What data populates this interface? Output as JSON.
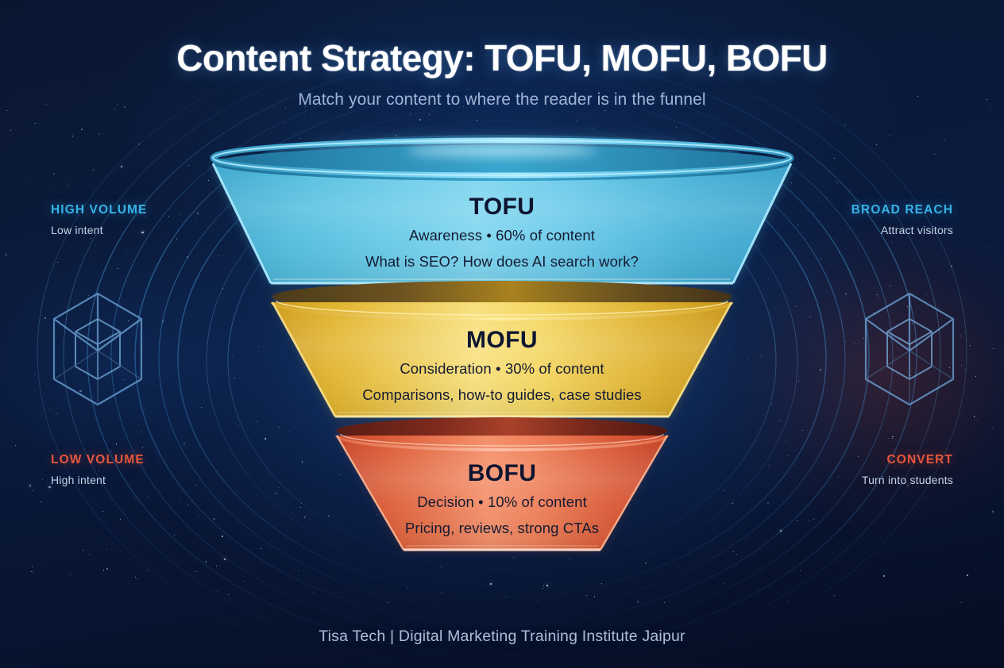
{
  "header": {
    "title": "Content Strategy: TOFU, MOFU, BOFU",
    "subtitle": "Match your content to where the reader is in the funnel"
  },
  "annotations": {
    "top_left": {
      "head": "HIGH VOLUME",
      "sub": "Low intent",
      "color": "#37b3e8"
    },
    "top_right": {
      "head": "BROAD REACH",
      "sub": "Attract visitors",
      "color": "#37b3e8"
    },
    "bottom_left": {
      "head": "LOW VOLUME",
      "sub": "High intent",
      "color": "#e8563c"
    },
    "bottom_right": {
      "head": "CONVERT",
      "sub": "Turn into students",
      "color": "#e8563c"
    }
  },
  "funnel": {
    "stages": [
      {
        "name": "TOFU",
        "meta": "Awareness  •  60% of content",
        "examples": "What is SEO? How does AI search work?",
        "stage_label": "Awareness",
        "percent": "60%",
        "color": "#5cc6e8",
        "color_dark": "#2d94bd"
      },
      {
        "name": "MOFU",
        "meta": "Consideration  •  30% of content",
        "examples": "Comparisons, how-to guides, case studies",
        "stage_label": "Consideration",
        "percent": "30%",
        "color": "#f6d55c",
        "color_dark": "#d9a21f"
      },
      {
        "name": "BOFU",
        "meta": "Decision  •  10% of content",
        "examples": "Pricing, reviews, strong CTAs",
        "stage_label": "Decision",
        "percent": "10%",
        "color": "#ef7a50",
        "color_dark": "#c9452a"
      }
    ]
  },
  "decor": {
    "cube_left": "wireframe-cube",
    "cube_right": "wireframe-cube"
  },
  "footer": {
    "text": "Tisa Tech  |  Digital Marketing Training Institute Jaipur"
  },
  "chart_data": {
    "type": "funnel",
    "title": "Content Strategy: TOFU, MOFU, BOFU",
    "subtitle": "Match your content to where the reader is in the funnel",
    "categories": [
      "TOFU",
      "MOFU",
      "BOFU"
    ],
    "values": [
      60,
      30,
      10
    ],
    "value_unit": "% of content",
    "stage_labels": [
      "Awareness",
      "Consideration",
      "Decision"
    ],
    "colors": [
      "#5cc6e8",
      "#f6d55c",
      "#ef7a50"
    ],
    "annotations_left": [
      "HIGH VOLUME / Low intent",
      "LOW VOLUME / High intent"
    ],
    "annotations_right": [
      "BROAD REACH / Attract visitors",
      "CONVERT / Turn into students"
    ],
    "legend": "none",
    "grid": false
  }
}
